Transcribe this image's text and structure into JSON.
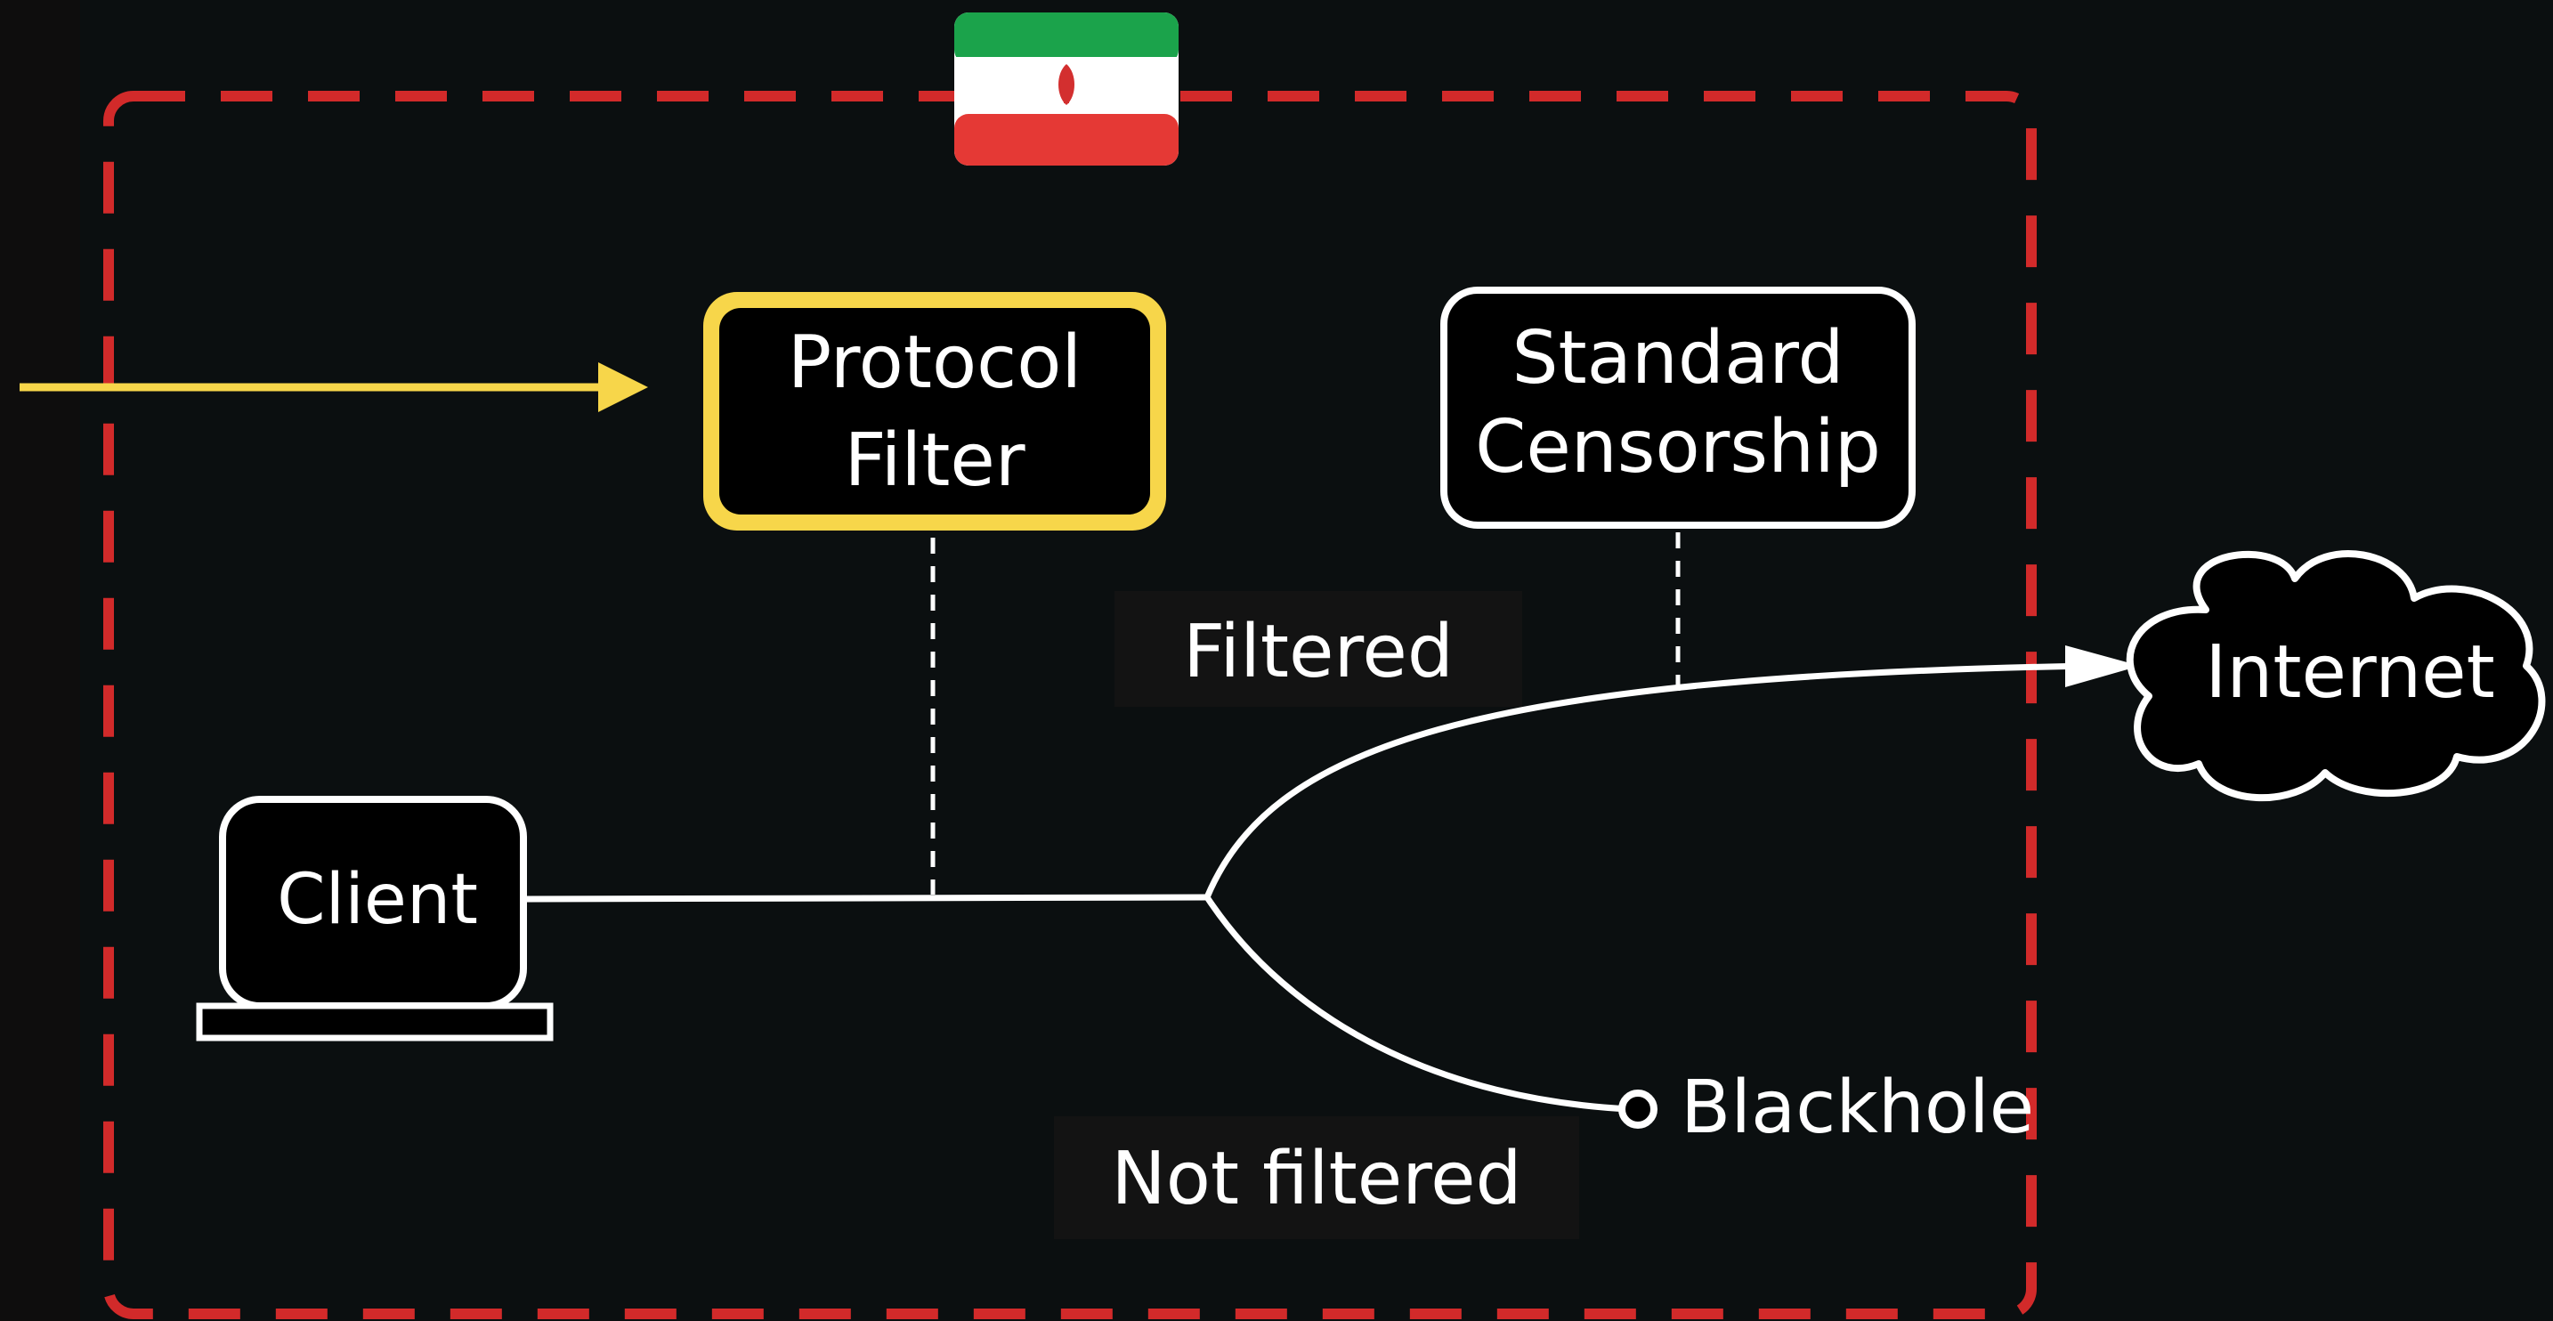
{
  "diagram": {
    "flag_icon": "iran-flag-icon",
    "nodes": {
      "protocol_filter": {
        "line1": "Protocol",
        "line2": "Filter"
      },
      "standard_censorship": {
        "line1": "Standard",
        "line2": "Censorship"
      },
      "client": {
        "label": "Client"
      },
      "internet": {
        "label": "Internet"
      },
      "blackhole": {
        "label": "Blackhole"
      }
    },
    "labels": {
      "filtered": "Filtered",
      "not_filtered": "Not filtered"
    },
    "colors": {
      "background": "#0b0f10",
      "boundary": "#d22a2a",
      "highlight": "#f7d64a",
      "foreground": "#ffffff"
    }
  }
}
